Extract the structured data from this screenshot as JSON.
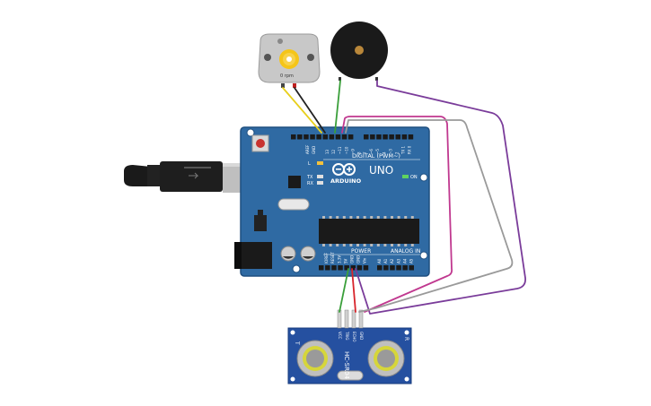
{
  "motor": {
    "rpm_label": "0 rpm"
  },
  "arduino": {
    "brand_label": "ARDUINO",
    "model_label": "UNO",
    "digital_label": "DIGITAL (PWM~)",
    "analog_label": "ANALOG IN",
    "power_label": "POWER",
    "on_label": "ON",
    "l_label": "L",
    "tx_label": "TX",
    "rx_label": "RX",
    "aref_label": "AREF",
    "gnd_top_label": "GND",
    "digital_pins": [
      "13",
      "12",
      "~11",
      "~10",
      "~9",
      "8",
      "7",
      "~6",
      "~5",
      "4",
      "~3",
      "2",
      "TX 1",
      "RX 0"
    ],
    "power_pins": [
      "IOREF",
      "RESET",
      "3.3V",
      "5V",
      "GND",
      "GND",
      "Vin"
    ],
    "analog_pins": [
      "A0",
      "A1",
      "A2",
      "A3",
      "A4",
      "A5"
    ]
  },
  "sensor": {
    "model_label": "HC-SR04",
    "left_label": "T",
    "right_label": "R",
    "pins": [
      "VCC",
      "TRIG",
      "ECHO",
      "GND"
    ]
  },
  "colors": {
    "board": "#2f6aa3",
    "board_edge": "#1f4f80",
    "wire_green": "#3a9f3a",
    "wire_red": "#d8242b",
    "wire_black": "#222222",
    "wire_yellow": "#e8cf1b",
    "wire_magenta": "#c0388f",
    "wire_gray": "#9a9a9a",
    "wire_purple": "#7a3c9a"
  }
}
